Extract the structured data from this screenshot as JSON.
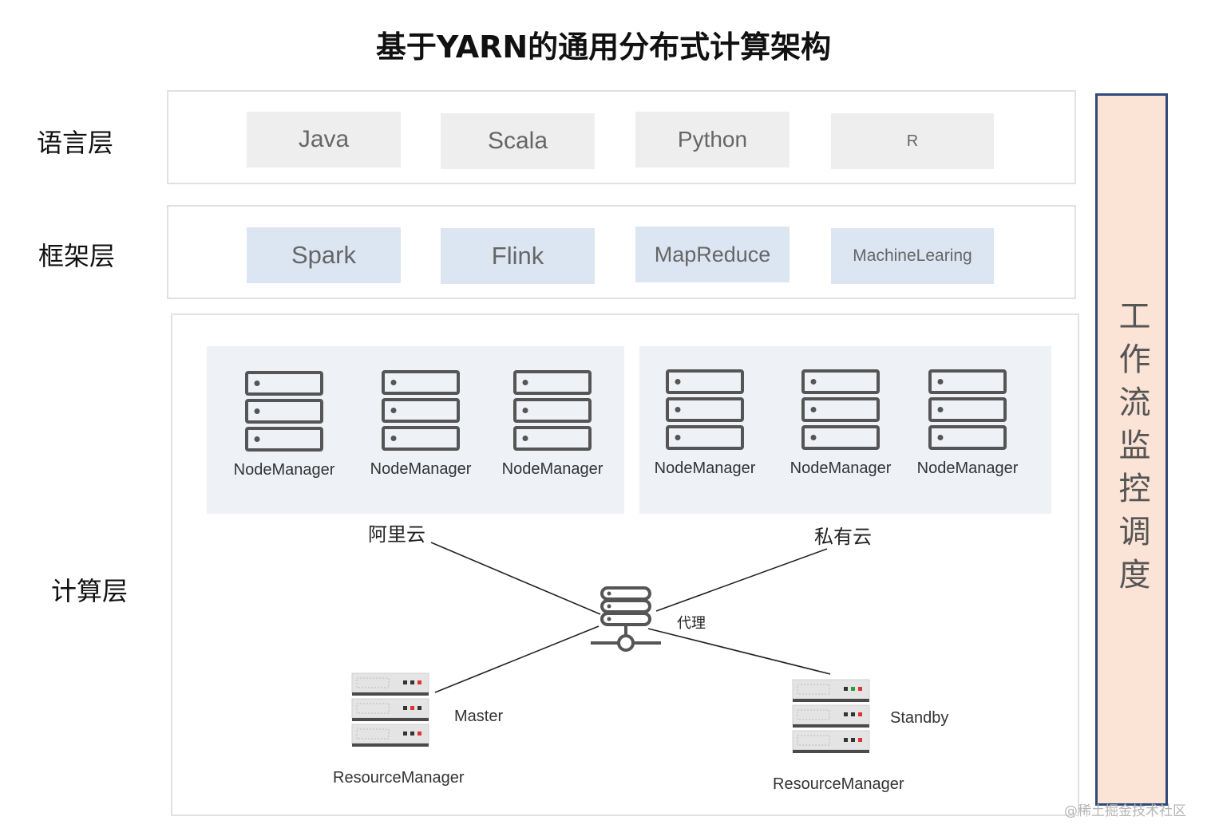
{
  "title": "基于YARN的通用分布式计算架构",
  "layers": {
    "language": {
      "label": "语言层",
      "items": [
        "Java",
        "Scala",
        "Python",
        "R"
      ]
    },
    "framework": {
      "label": "框架层",
      "items": [
        "Spark",
        "Flink",
        "MapReduce",
        "MachineLearing"
      ]
    },
    "compute": {
      "label": "计算层",
      "clusters": [
        {
          "name": "阿里云",
          "nodes": [
            "NodeManager",
            "NodeManager",
            "NodeManager"
          ]
        },
        {
          "name": "私有云",
          "nodes": [
            "NodeManager",
            "NodeManager",
            "NodeManager"
          ]
        }
      ],
      "proxy_label": "代理",
      "resource_managers": [
        {
          "role": "Master",
          "name": "ResourceManager"
        },
        {
          "role": "Standby",
          "name": "ResourceManager"
        }
      ]
    }
  },
  "monitor_label": "工作流监控调度",
  "watermark": "@稀土掘金技术社区",
  "icons": {
    "node": "server-stack-icon",
    "proxy": "network-server-icon",
    "resource_manager": "rack-server-icon"
  },
  "colors": {
    "language_chip": "#eeeeee",
    "framework_chip": "#dce6f2",
    "cluster_region": "#eef1f6",
    "monitor_fill": "#fbe3d6",
    "monitor_border": "#2f4a7c"
  }
}
